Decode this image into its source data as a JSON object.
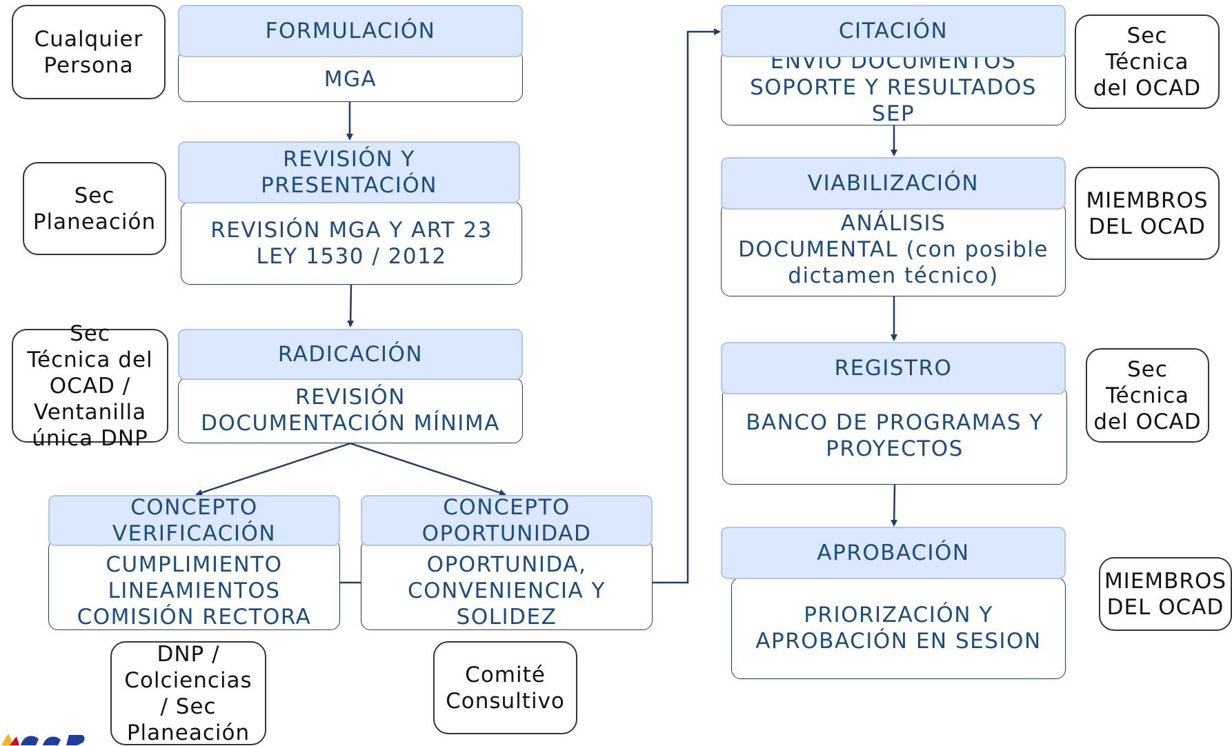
{
  "steps": {
    "formulacion": {
      "header": "FORMULACIÓN",
      "body": "MGA",
      "actor": "Cualquier\nPersona"
    },
    "revision": {
      "header": "REVISIÓN Y\nPRESENTACIÓN",
      "body": "REVISIÓN MGA Y ART 23\nLEY 1530 / 2012",
      "actor": "Sec\nPlaneación"
    },
    "radicacion": {
      "header": "RADICACIÓN",
      "body": "REVISIÓN\nDOCUMENTACIÓN  MÍNIMA",
      "actor": "Sec\nTécnica del\nOCAD /\nVentanilla\núnica DNP"
    },
    "concepto_verificacion": {
      "header": "CONCEPTO\nVERIFICACIÓN",
      "body": "CUMPLIMIENTO\nLINEAMIENTOS\nCOMISIÓN RECTORA",
      "actor": "DNP /\nColciencias\n/ Sec\nPlaneación"
    },
    "concepto_oportunidad": {
      "header": "CONCEPTO\nOPORTUNIDAD",
      "body": "OPORTUNIDA,\nCONVENIENCIA Y\nSOLIDEZ",
      "actor": "Comité\nConsultivo"
    },
    "citacion": {
      "header": "CITACIÓN",
      "body": "ENVIO DOCUMENTOS\nSOPORTE Y RESULTADOS\nSEP",
      "actor": "Sec\nTécnica\ndel OCAD"
    },
    "viabilizacion": {
      "header": "VIABILIZACIÓN",
      "body": "ANÁLISIS\nDOCUMENTAL (con posible\ndictamen técnico)",
      "actor": "MIEMBROS\nDEL OCAD"
    },
    "registro": {
      "header": "REGISTRO",
      "body": "BANCO DE PROGRAMAS Y\nPROYECTOS",
      "actor": "Sec\nTécnica\ndel OCAD"
    },
    "aprobacion": {
      "header": "APROBACIÓN",
      "body": "PRIORIZACIÓN  Y\nAPROBACIÓN EN SESION",
      "actor": "MIEMBROS\nDEL OCAD"
    }
  },
  "colors": {
    "header_fill": "#dce8fd",
    "header_border": "#aec6f0",
    "text_blue": "#1a4b82",
    "connector": "#1f3d66"
  }
}
